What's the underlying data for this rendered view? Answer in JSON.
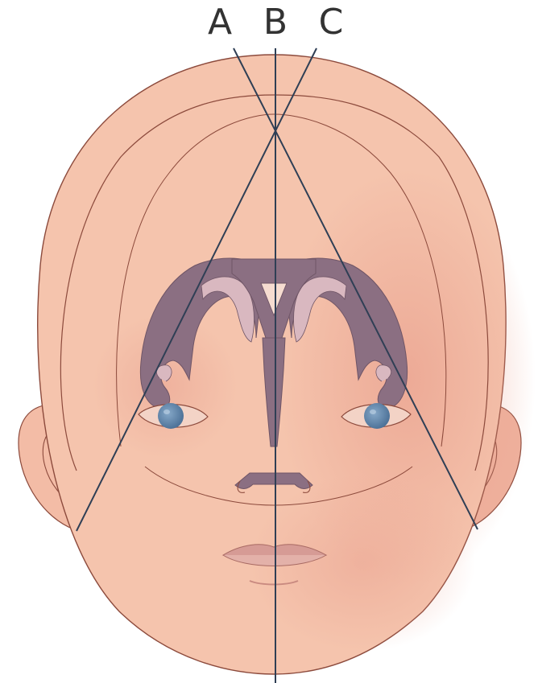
{
  "labels": {
    "a": "A",
    "b": "B",
    "c": "C"
  },
  "colors": {
    "background": "#ffffff",
    "skin": "#f5c4ad",
    "skin_shadow": "#eda993",
    "outline": "#8c4a3c",
    "ventricle": "#8b6f82",
    "ventricle_light": "#d9b8c0",
    "iris": "#5d86ab",
    "lips": "#d69b95",
    "lines": "#2f3f55",
    "text": "#333333"
  }
}
